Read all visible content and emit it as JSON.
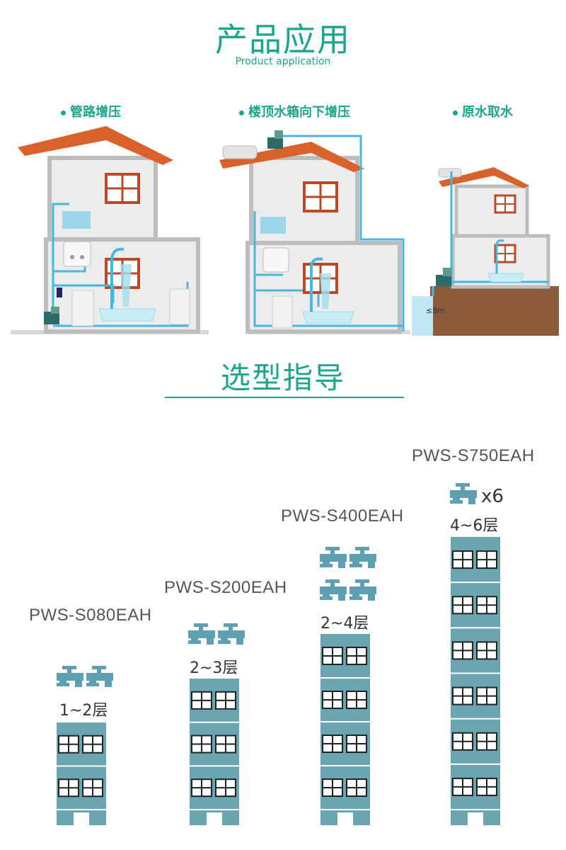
{
  "application": {
    "title": "产品应用",
    "subtitle": "Product application",
    "scenes": [
      {
        "label": "管路增压"
      },
      {
        "label": "楼顶水箱向下增压"
      },
      {
        "label": "原水取水",
        "depth_label": "≤8m"
      }
    ]
  },
  "selection": {
    "title": "选型指导",
    "models": [
      {
        "name": "PWS-S080EAH",
        "floors": "1~2层",
        "taps": 2,
        "storeys": 2
      },
      {
        "name": "PWS-S200EAH",
        "floors": "2~3层",
        "taps": 2,
        "storeys": 3
      },
      {
        "name": "PWS-S400EAH",
        "floors": "2~4层",
        "taps": 4,
        "storeys": 4
      },
      {
        "name": "PWS-S750EAH",
        "floors": "4~6层",
        "taps": 6,
        "taps_label": "x6",
        "storeys": 6
      }
    ]
  },
  "colors": {
    "accent": "#1aa58c",
    "building": "#6aa5b1",
    "tap": "#5f9fb2",
    "roof": "#d9622b",
    "pipe": "#45b8dd",
    "soil": "#8a5a3a"
  }
}
